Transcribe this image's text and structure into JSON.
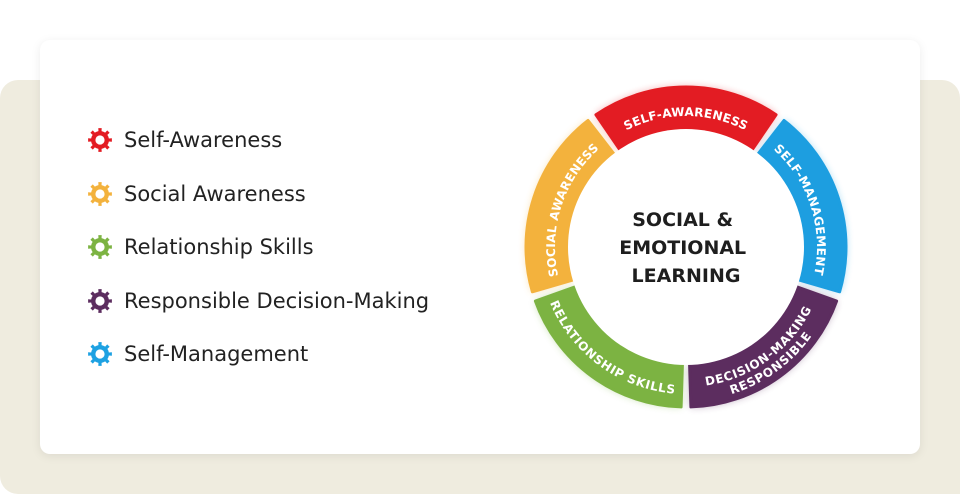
{
  "legend": {
    "items": [
      {
        "label": "Self-Awareness",
        "color": "#e31c23",
        "icon": "gear-icon"
      },
      {
        "label": "Social Awareness",
        "color": "#f3b23d",
        "icon": "gear-icon"
      },
      {
        "label": "Relationship Skills",
        "color": "#7cb342",
        "icon": "gear-icon"
      },
      {
        "label": "Responsible Decision-Making",
        "color": "#5c2d5f",
        "icon": "gear-icon"
      },
      {
        "label": "Self-Management",
        "color": "#1da1e2",
        "icon": "gear-icon"
      }
    ]
  },
  "wheel": {
    "center_lines": [
      "SOCIAL &",
      "EMOTIONAL",
      "LEARNING"
    ],
    "segments": [
      {
        "lines": [
          "SELF-AWARENESS"
        ],
        "color": "#e31c23"
      },
      {
        "lines": [
          "SELF-MANAGEMENT"
        ],
        "color": "#1d9ee0"
      },
      {
        "lines": [
          "RESPONSIBLE",
          "DECISION-MAKING"
        ],
        "color": "#5c2d5f"
      },
      {
        "lines": [
          "RELATIONSHIP SKILLS"
        ],
        "color": "#7cb342"
      },
      {
        "lines": [
          "SOCIAL AWARENESS"
        ],
        "color": "#f3b23d"
      }
    ]
  }
}
